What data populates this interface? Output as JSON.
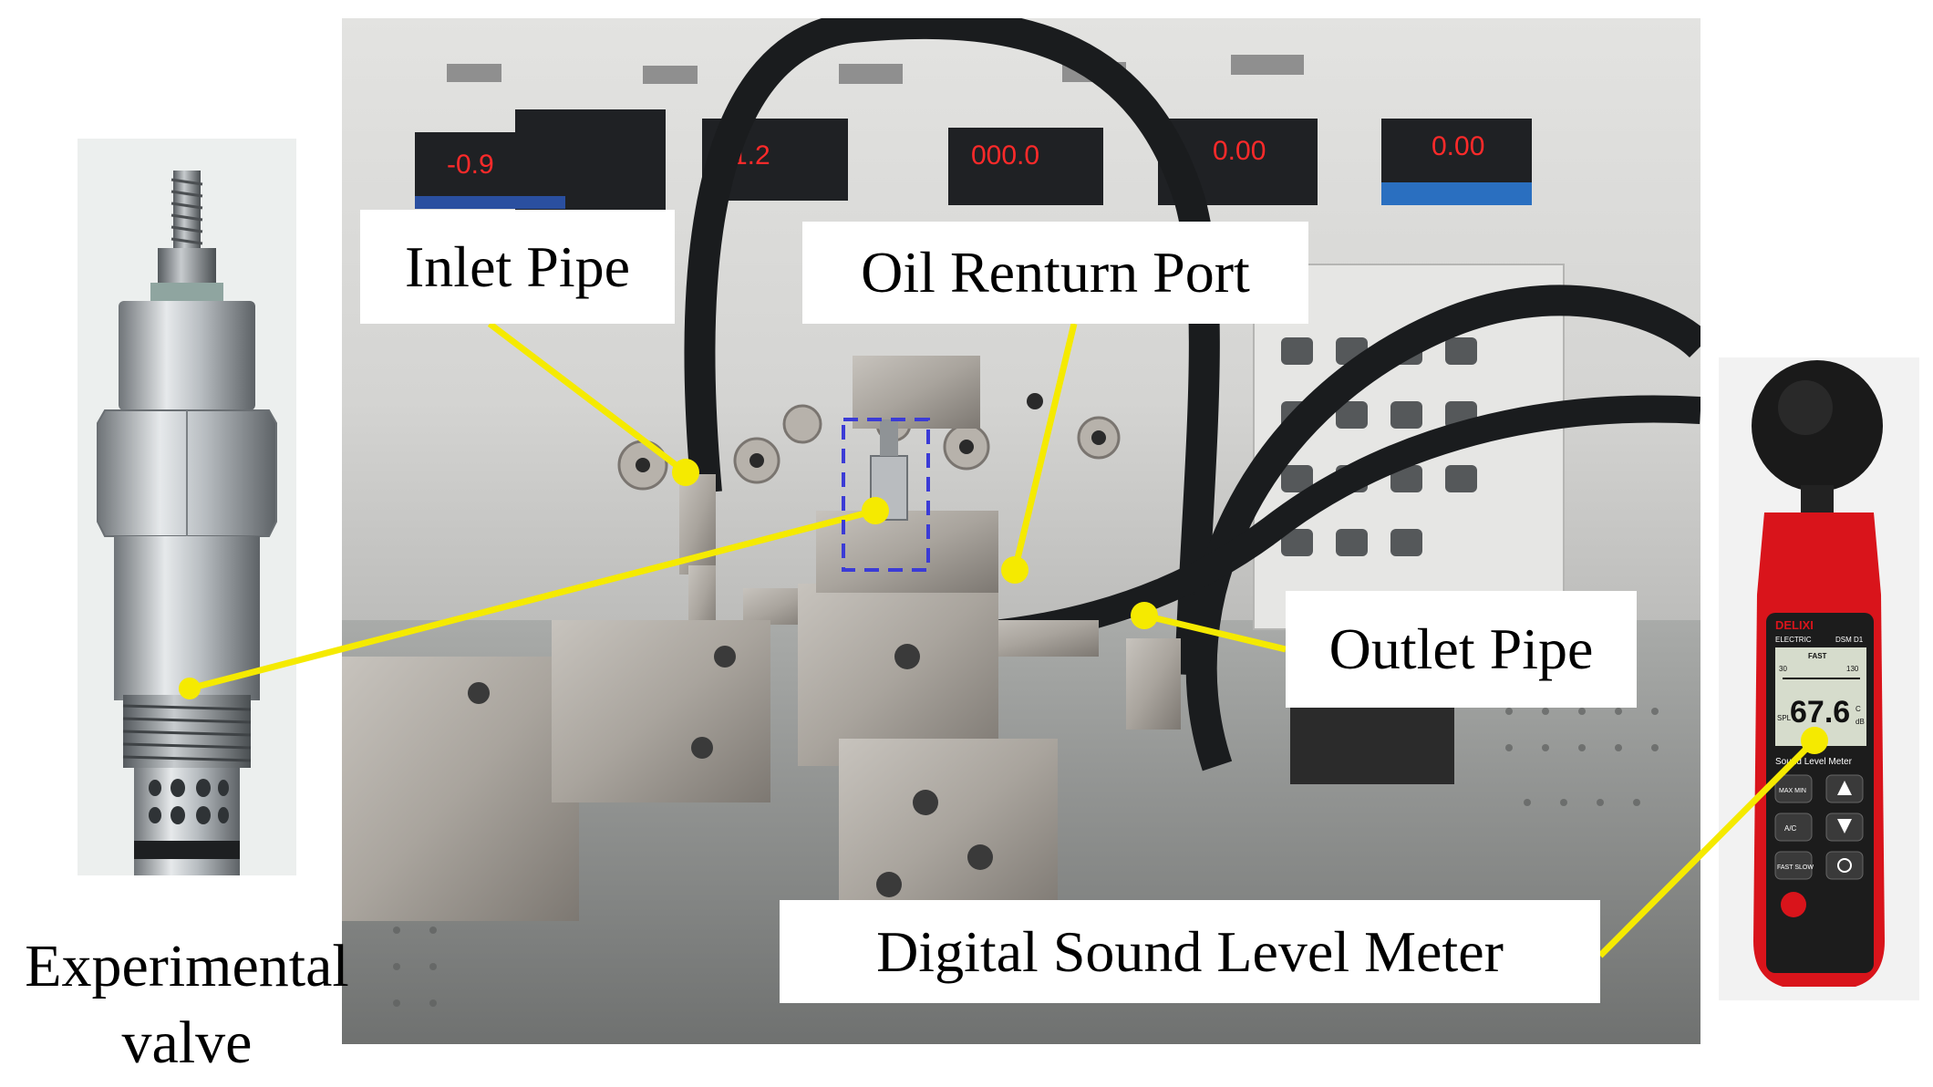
{
  "figure": {
    "labels": {
      "inlet": "Inlet Pipe",
      "return_port": "Oil Renturn Port",
      "outlet": "Outlet Pipe",
      "meter": "Digital Sound Level Meter"
    },
    "caption": {
      "line1": "Experimental",
      "line2": "valve"
    },
    "bench_displays": [
      "-0.9",
      "1.2",
      "000.0",
      "0.00",
      "0.00"
    ],
    "meter_device": {
      "brand": "DELIXI",
      "sub_brand": "ELECTRIC",
      "model": "DSM D1",
      "mode": "FAST",
      "scale_min": "30",
      "scale_max": "130",
      "reading": "67.6",
      "unit_top": "C",
      "unit": "dB",
      "spl": "SPL",
      "title": "Sound Level Meter",
      "buttons": [
        "MAX MIN",
        "A/C",
        "FAST SLOW"
      ]
    },
    "colors": {
      "annotation": "#f5ea00",
      "highlight_box": "#3b3bd6",
      "meter_body": "#d9141b",
      "display_digits": "#ff2a2a"
    }
  }
}
